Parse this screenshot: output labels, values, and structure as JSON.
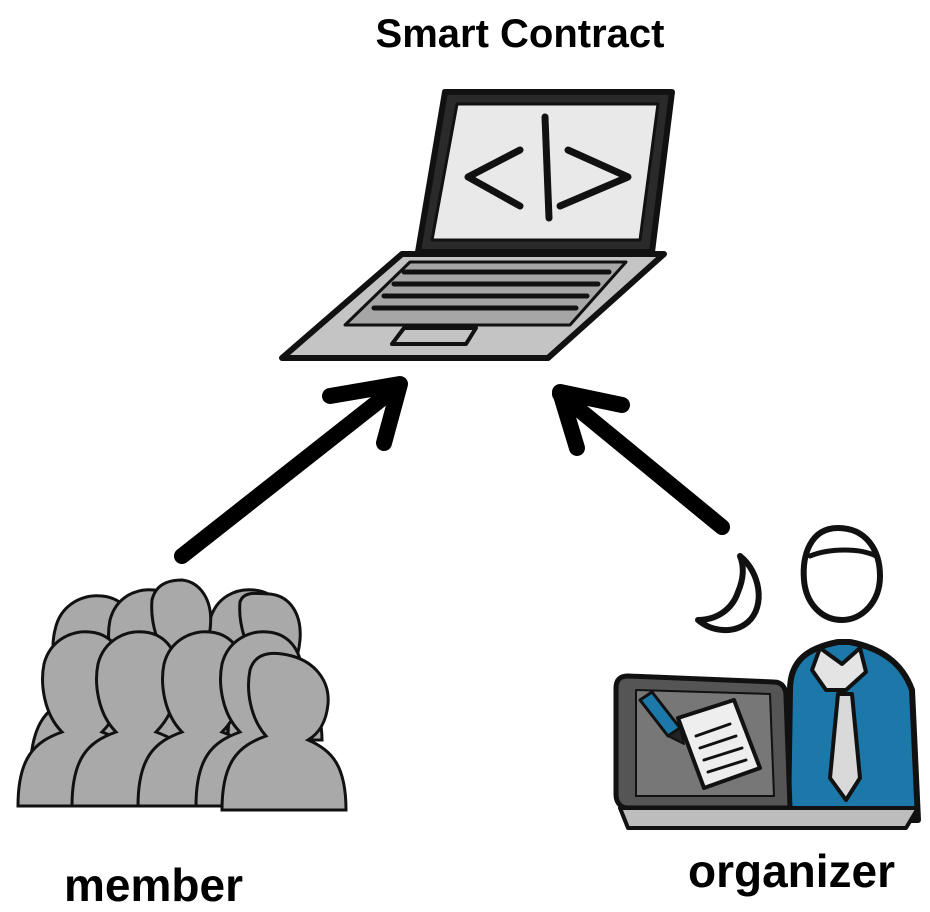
{
  "diagram": {
    "title": "Smart Contract",
    "nodes": {
      "contract": {
        "icon": "laptop-code-icon"
      },
      "member": {
        "label": "member",
        "icon": "group-of-people-icon"
      },
      "organizer": {
        "label": "organizer",
        "icon": "person-with-laptop-icon"
      }
    },
    "edges": [
      {
        "from": "member",
        "to": "contract"
      },
      {
        "from": "organizer",
        "to": "contract"
      }
    ],
    "colors": {
      "line": "#111111",
      "screen": "#e9e9e9",
      "laptop_body": "#c4c4c4",
      "people": "#a9a9a9",
      "shirt": "#1b78a8",
      "tie": "#d9d9d9"
    }
  }
}
